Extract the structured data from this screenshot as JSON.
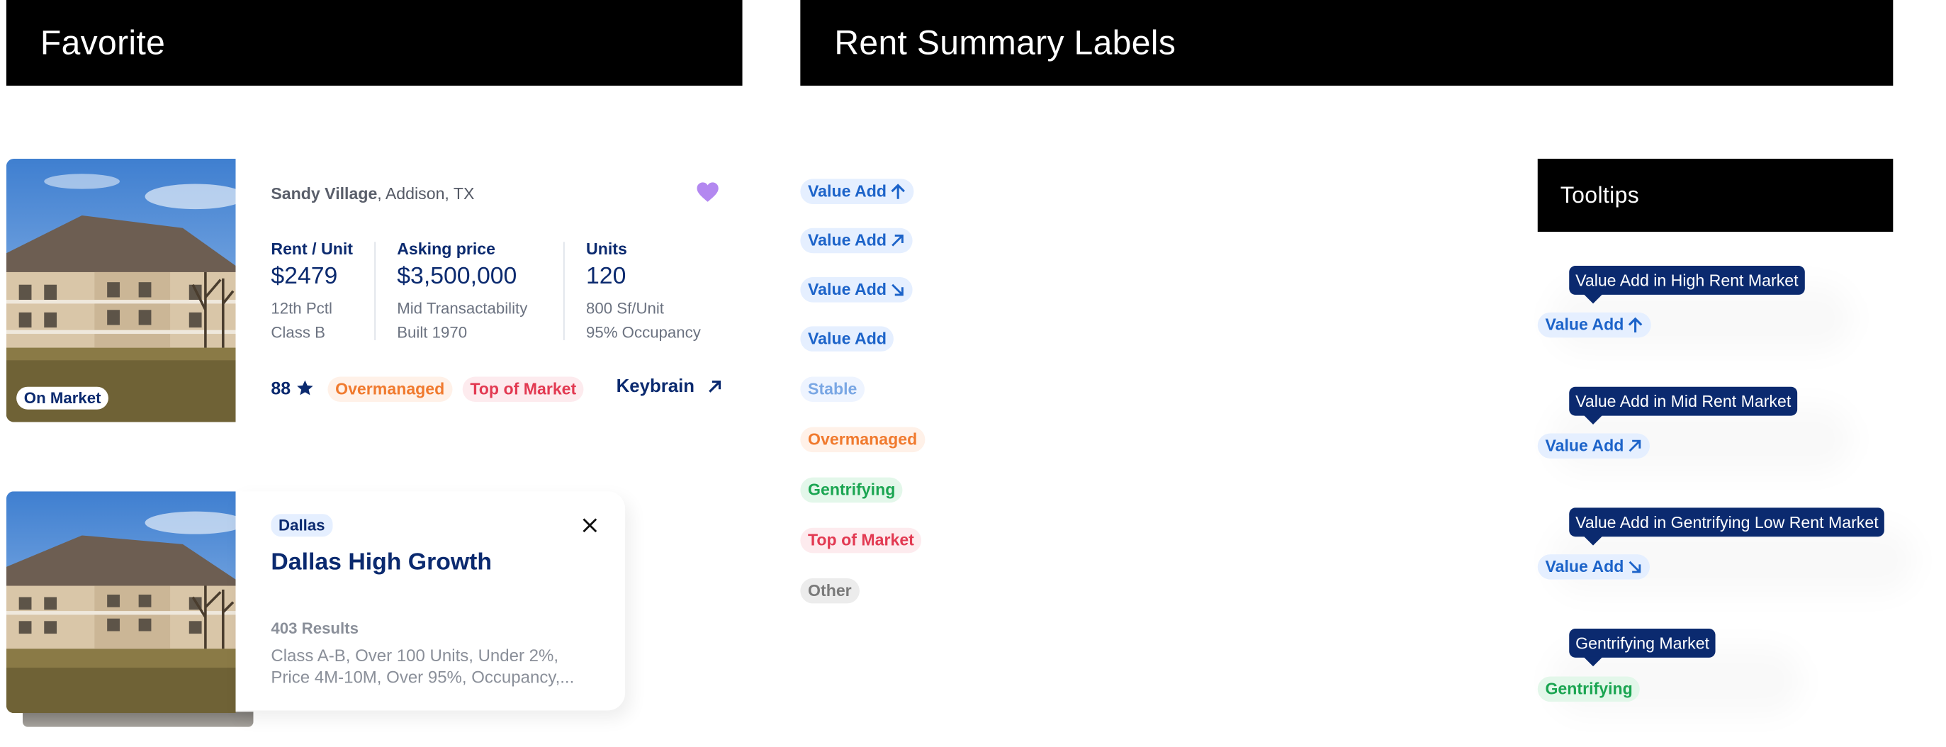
{
  "headers": {
    "favorite": "Favorite",
    "rent_summary": "Rent Summary Labels",
    "tooltips": "Tooltips"
  },
  "property_card": {
    "name": "Sandy Village",
    "location": ", Addison, TX",
    "status_badge": "On Market",
    "stats": [
      {
        "label": "Rent / Unit",
        "value": "$2479",
        "sub1": "12th Pctl",
        "sub2": "Class B"
      },
      {
        "label": "Asking price",
        "value": "$3,500,000",
        "sub1": "Mid Transactability",
        "sub2": "Built 1970"
      },
      {
        "label": "Units",
        "value": "120",
        "sub1": "800 Sf/Unit",
        "sub2": "95% Occupancy"
      }
    ],
    "score": "88",
    "tags": [
      "Overmanaged",
      "Top of Market"
    ],
    "link_label": "Keybrain",
    "colors": {
      "heart": "#b388f0",
      "primary": "#0b2a6f"
    }
  },
  "search_card": {
    "tag": "Dallas",
    "title": "Dallas High Growth",
    "results": "403 Results",
    "description": "Class A-B, Over 100 Units, Under 2%, Price 4M-10M, Over 95%, Occupancy,..."
  },
  "rent_labels": [
    {
      "text": "Value Add",
      "icon": "arrow-up-icon",
      "style": "blue"
    },
    {
      "text": "Value Add",
      "icon": "arrow-up-right-icon",
      "style": "blue"
    },
    {
      "text": "Value Add",
      "icon": "arrow-down-right-icon",
      "style": "blue"
    },
    {
      "text": "Value Add",
      "icon": "",
      "style": "blue"
    },
    {
      "text": "Stable",
      "icon": "",
      "style": "stable"
    },
    {
      "text": "Overmanaged",
      "icon": "",
      "style": "orange"
    },
    {
      "text": "Gentrifying",
      "icon": "",
      "style": "green"
    },
    {
      "text": "Top of Market",
      "icon": "",
      "style": "red"
    },
    {
      "text": "Other",
      "icon": "",
      "style": "gray"
    }
  ],
  "tooltips": [
    {
      "tip": "Value Add in High Rent Market",
      "label": "Value Add",
      "icon": "arrow-up-icon"
    },
    {
      "tip": "Value Add in Mid Rent Market",
      "label": "Value Add",
      "icon": "arrow-up-right-icon"
    },
    {
      "tip": "Value Add in Gentrifying Low Rent Market",
      "label": "Value Add",
      "icon": "arrow-down-right-icon"
    },
    {
      "tip": "Gentrifying Market",
      "label": "Gentrifying",
      "icon": ""
    }
  ]
}
